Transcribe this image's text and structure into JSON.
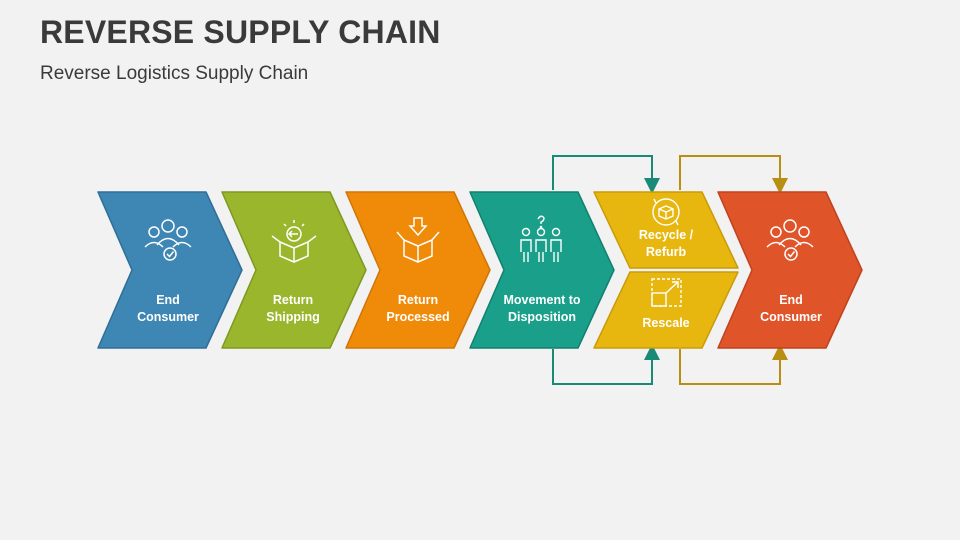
{
  "slide": {
    "title": "REVERSE SUPPLY CHAIN",
    "subtitle": "Reverse Logistics Supply Chain"
  },
  "steps": [
    {
      "line1": "End",
      "line2": "Consumer",
      "color": "#3e86b3",
      "icon": "consumer-group-icon"
    },
    {
      "line1": "Return",
      "line2": "Shipping",
      "color": "#9ab62c",
      "icon": "open-box-return-icon"
    },
    {
      "line1": "Return",
      "line2": "Processed",
      "color": "#f08b0a",
      "icon": "box-download-icon"
    },
    {
      "line1": "Movement to",
      "line2": "Disposition",
      "color": "#1aa08a",
      "icon": "people-question-icon"
    },
    {
      "line1": "Recycle /",
      "line2": "Refurb",
      "color": "#e8b70f",
      "icon": "recycle-box-icon"
    },
    {
      "line1": "Rescale",
      "line2": "",
      "color": "#e8b70f",
      "icon": "resize-icon"
    },
    {
      "line1": "End",
      "line2": "Consumer",
      "color": "#e0542a",
      "icon": "consumer-group-icon"
    }
  ],
  "connector_colors": {
    "teal": "#1a8a78",
    "gold": "#b88f12"
  }
}
